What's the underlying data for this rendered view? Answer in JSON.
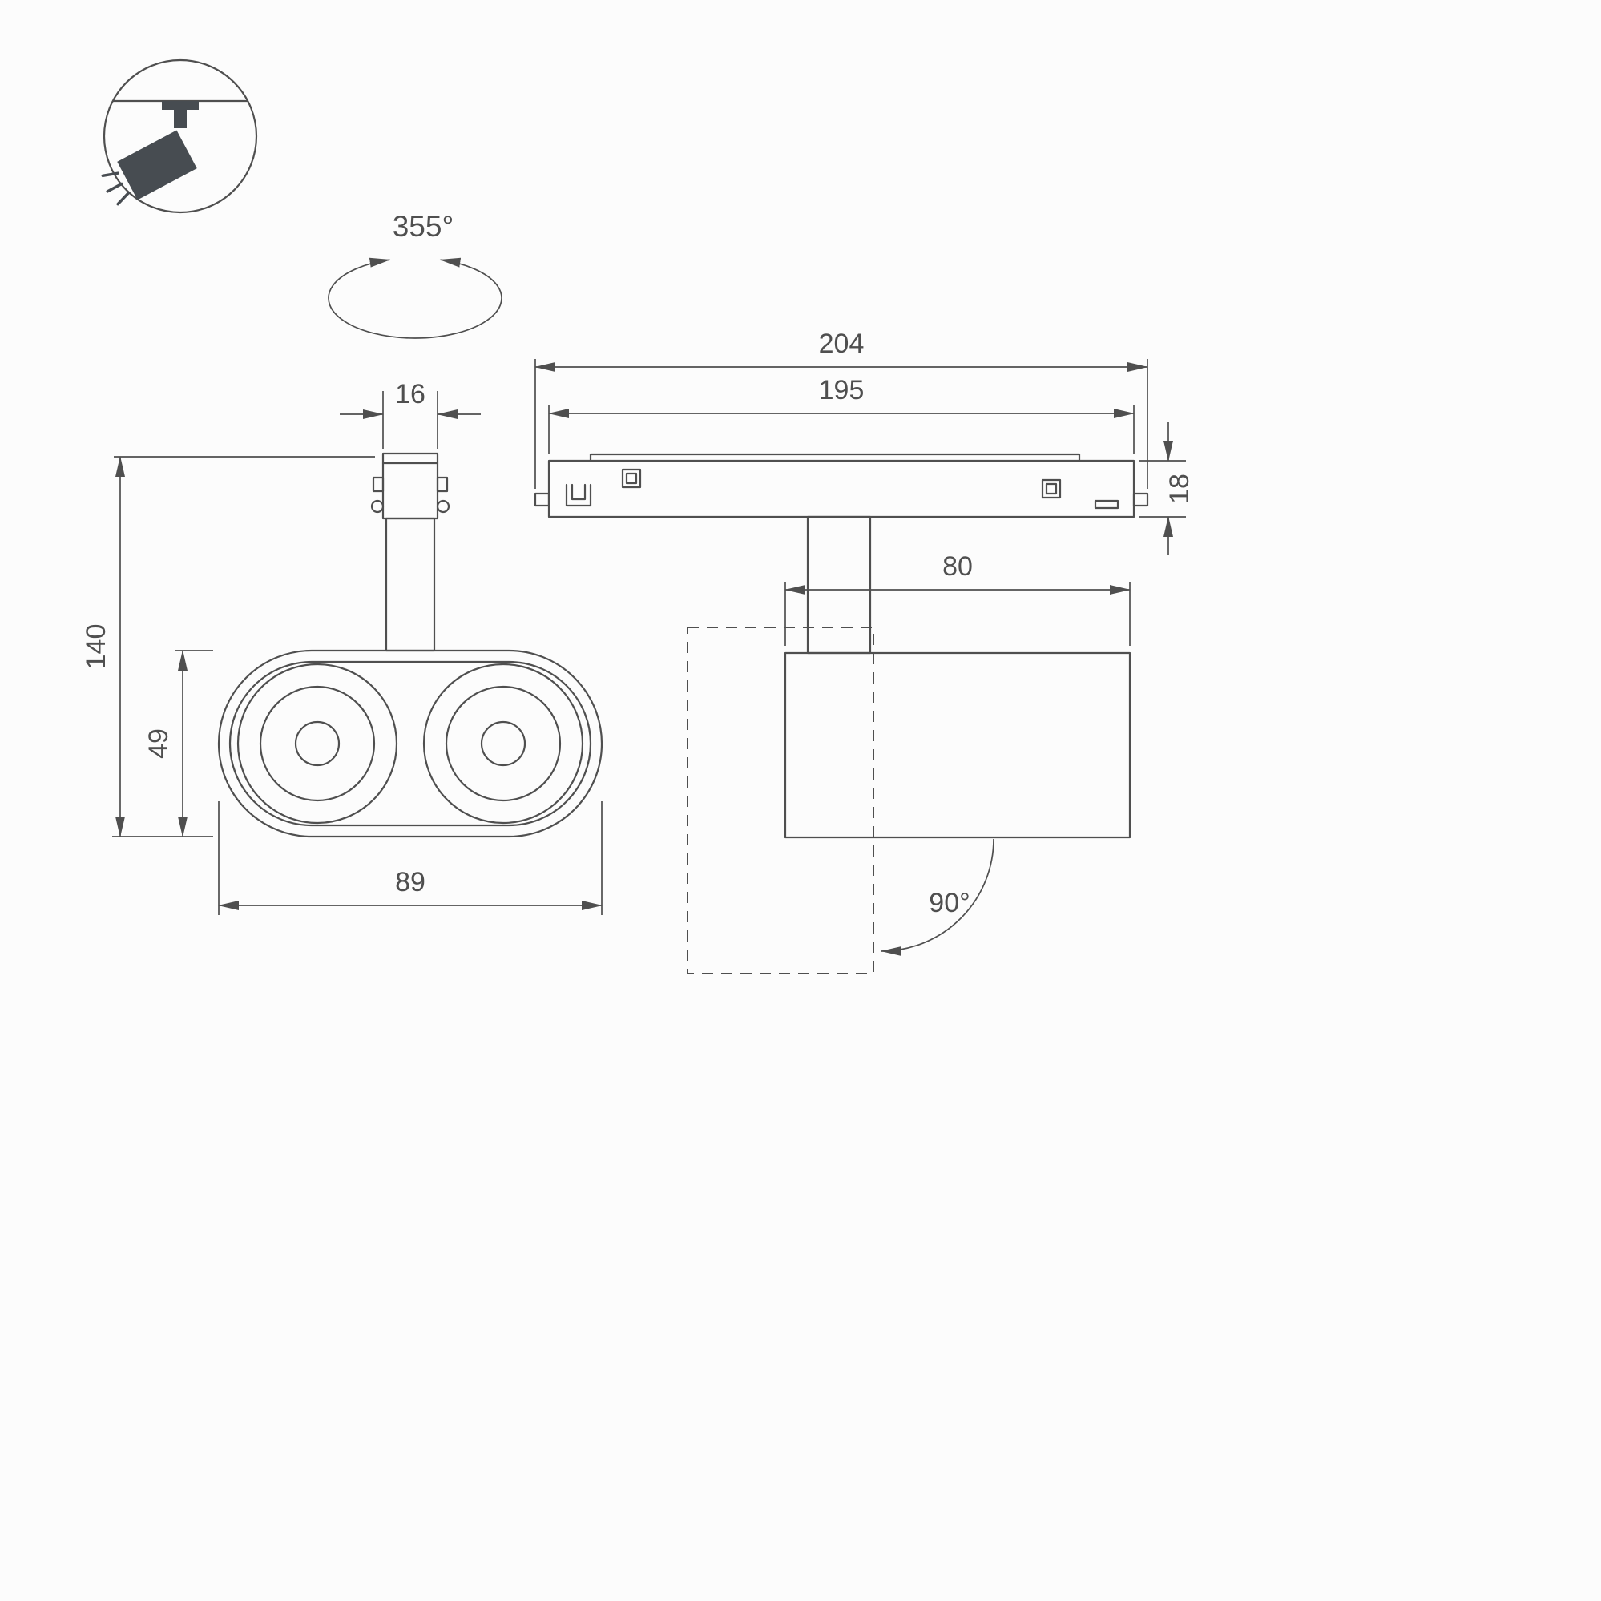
{
  "colors": {
    "background": "#fcfcfc",
    "line": "#4f4f4f",
    "pictogram_fill": "#474c51"
  },
  "pictogram": {
    "icon": "ceiling-track-spotlight-icon"
  },
  "rotation_indicator": {
    "label": "355°"
  },
  "front_view": {
    "adapter_width": "16",
    "total_height": "140",
    "body_height": "49",
    "body_width": "89"
  },
  "side_view": {
    "track_length_outer": "204",
    "track_length_inner": "195",
    "track_height": "18",
    "body_length": "80",
    "tilt_angle": "90°"
  }
}
